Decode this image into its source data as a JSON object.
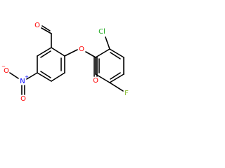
{
  "atoms": {
    "chlorine": {
      "symbol": "Cl",
      "color": "#22aa22"
    },
    "fluorine": {
      "symbol": "F",
      "color": "#88bb33"
    },
    "ester_oxygen": {
      "symbol": "O",
      "color": "#ff0000"
    },
    "carbonyl_oxygen": {
      "symbol": "O",
      "color": "#ff0000"
    },
    "aldehyde_oxygen": {
      "symbol": "O",
      "color": "#ff0000"
    },
    "nitro_nitrogen": {
      "symbol": "N",
      "color": "#0000ff"
    },
    "nitro_nitrogen_charge": "+",
    "nitro_oxygen_double": {
      "symbol": "O",
      "color": "#ff0000"
    },
    "nitro_oxygen_single": {
      "symbol": "O",
      "color": "#ff0000"
    },
    "nitro_oxygen_single_charge": "−"
  },
  "colors": {
    "bond": "#000000",
    "background": "#ffffff"
  }
}
